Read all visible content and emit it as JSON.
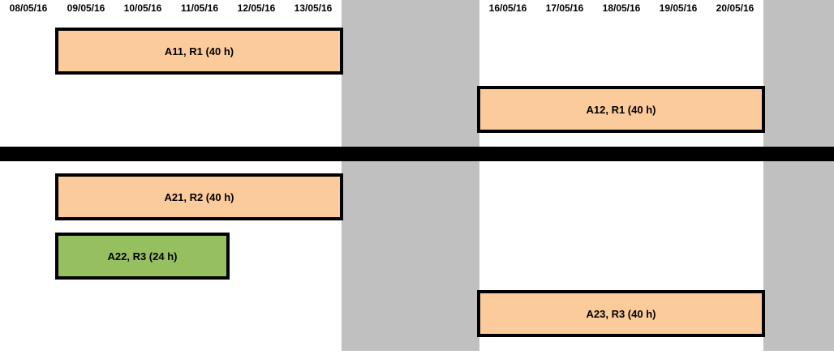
{
  "dates": [
    "08/05/16",
    "09/05/16",
    "10/05/16",
    "11/05/16",
    "12/05/16",
    "13/05/16",
    "16/05/16",
    "17/05/16",
    "18/05/16",
    "19/05/16",
    "20/05/16"
  ],
  "tasks": [
    {
      "label": "A11, R1 (40 h)",
      "color": "#fccb9b"
    },
    {
      "label": "A12, R1 (40 h)",
      "color": "#fccb9b"
    },
    {
      "label": "A21, R2 (40 h)",
      "color": "#fccb9b"
    },
    {
      "label": "A22, R3 (24 h)",
      "color": "#96bf5f"
    },
    {
      "label": "A23, R3 (40 h)",
      "color": "#fccb9b"
    }
  ],
  "colors": {
    "weekend": "#c0c0c0",
    "divider": "#000000",
    "border": "#000000"
  }
}
